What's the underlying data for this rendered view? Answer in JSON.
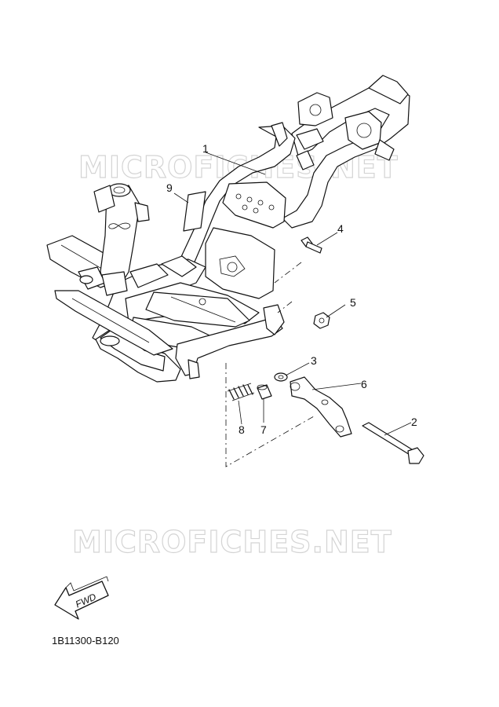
{
  "watermarks": [
    "MICROFICHES.NET",
    "MICROFICHES.NET"
  ],
  "callouts": {
    "p1": "1",
    "p2": "2",
    "p3": "3",
    "p4": "4",
    "p5": "5",
    "p6": "6",
    "p7": "7",
    "p8": "8",
    "p9": "9"
  },
  "direction_label": "FWD",
  "diagram_code": "1B11300-B120"
}
